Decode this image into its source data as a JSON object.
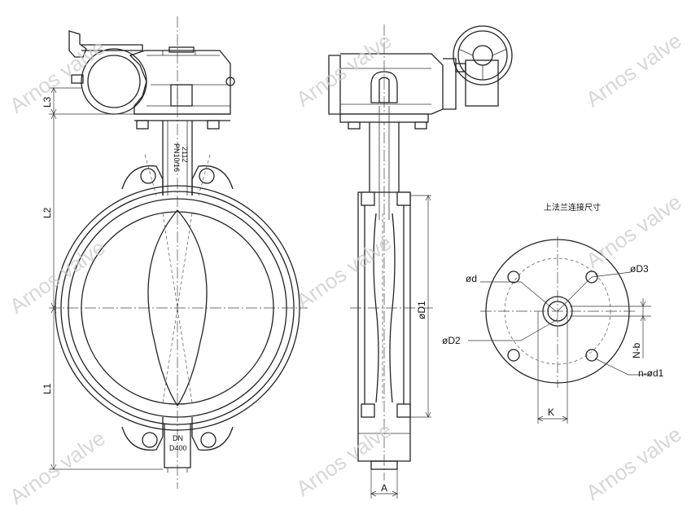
{
  "labels": {
    "L3": "L3",
    "L2": "L2",
    "L1": "L1",
    "A": "A",
    "D1": "øD1",
    "d": "ød",
    "D2": "øD2",
    "D3": "øD3",
    "Nb": "N-b",
    "nd1": "n-ød1",
    "K": "K",
    "flange_title": "上法兰连接尺寸",
    "dn_label": "DN",
    "dn_value": "D400",
    "pn_text": "PN10/16",
    "code_text": "2112"
  },
  "watermark": "Arnos valve"
}
